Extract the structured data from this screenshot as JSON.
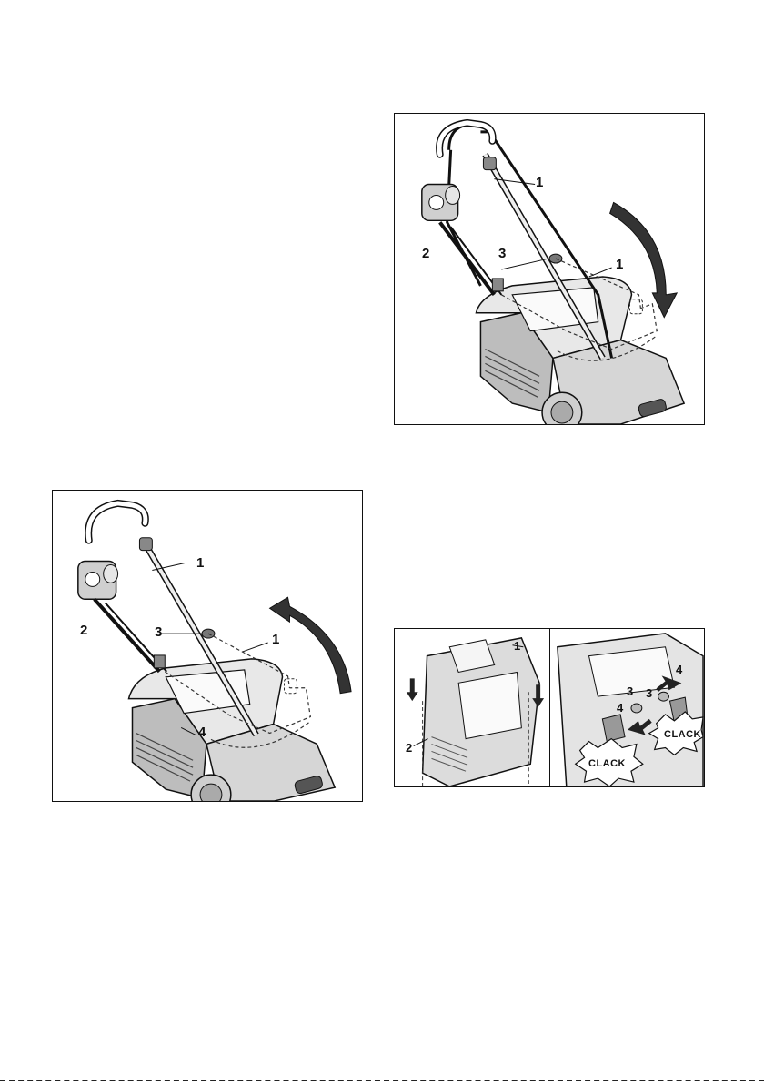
{
  "figures": {
    "handle_fold": {
      "callouts": {
        "c1a": "1",
        "c2": "2",
        "c3": "3",
        "c1b": "1"
      }
    },
    "handle_unfold": {
      "callouts": {
        "c1a": "1",
        "c2": "2",
        "c3": "3",
        "c1b": "1",
        "c4": "4"
      }
    },
    "grass_box": {
      "left_panel": {
        "c1": "1",
        "c2": "2"
      },
      "right_panel": {
        "c3a": "3",
        "c3b": "3",
        "c4a": "4",
        "c4b": "4",
        "clack_left": "CLACK",
        "clack_right": "CLACK"
      }
    }
  },
  "icons": [
    "curved-arrow-down-icon",
    "curved-arrow-up-icon",
    "down-arrow-icon",
    "push-arrow-icon",
    "starburst-icon"
  ]
}
